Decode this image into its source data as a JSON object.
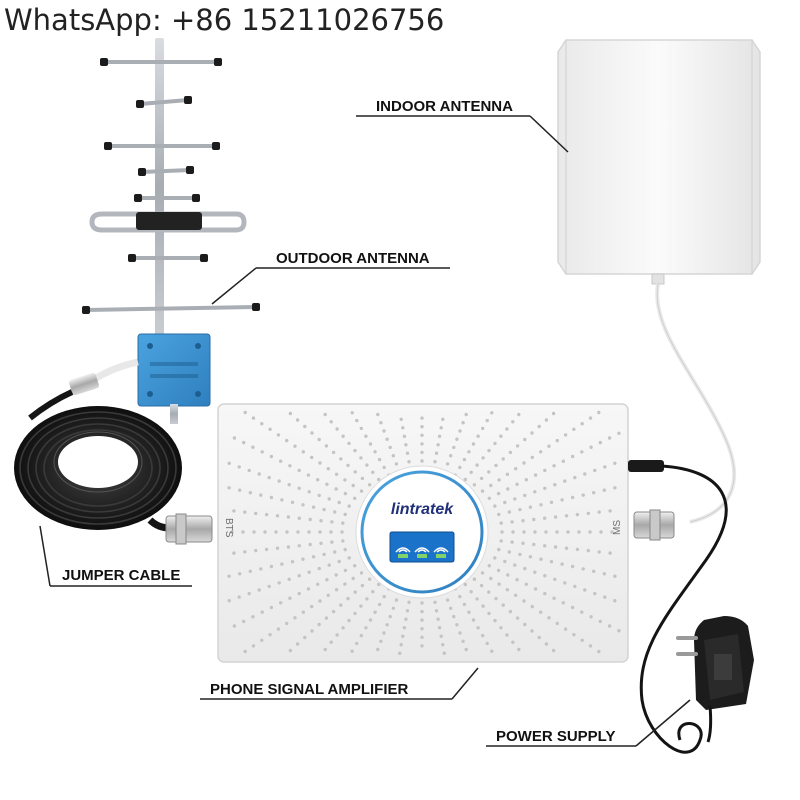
{
  "header": {
    "whatsapp": "WhatsApp: +86 15211026756"
  },
  "labels": {
    "indoor_antenna": "INDOOR ANTENNA",
    "outdoor_antenna": "OUTDOOR ANTENNA",
    "jumper_cable": "JUMPER CABLE",
    "phone_signal_amplifier": "PHONE SIGNAL AMPLIFIER",
    "power_supply": "POWER SUPPLY"
  },
  "amplifier": {
    "brand": "lintratek",
    "port_left": "BTS",
    "port_right": "MS"
  },
  "colors": {
    "label_line": "#222222",
    "device_white": "#f4f4f4",
    "panel_blue": "#2e86c8",
    "brand_ring": "#3a6fd0",
    "cable_black": "#1a1a1a",
    "antenna_metal": "#b8bcc2"
  }
}
